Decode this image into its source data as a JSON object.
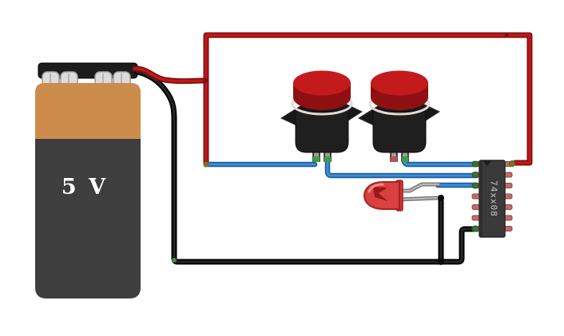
{
  "diagram": {
    "kind": "breadboard-style circuit diagram",
    "background": "#ffffff",
    "components": {
      "battery": {
        "label": "5 V"
      },
      "ic": {
        "label": "74xx08"
      }
    },
    "colors": {
      "power_wire": "#c01818",
      "power_wire_edge": "#7e1010",
      "ground_wire": "#262626",
      "ground_wire_edge": "#000000",
      "signal_wire": "#3d8ed8",
      "signal_wire_edge": "#195e9e",
      "lead_gray": "#b8b8b8",
      "connected_terminal_green": "#2d7a35",
      "unconnected_pin_red": "#c26a6a",
      "junction_olive": "#77771e",
      "battery_band_orange": "#cd8c4c",
      "battery_body_gray": "#3e3e3e",
      "battery_cap_black": "#1c1c1c",
      "button_cap_red": "#c41a1c",
      "button_base_black": "#181818",
      "led_red": "#d94040",
      "ic_body_gray": "#3a3a3a"
    }
  }
}
